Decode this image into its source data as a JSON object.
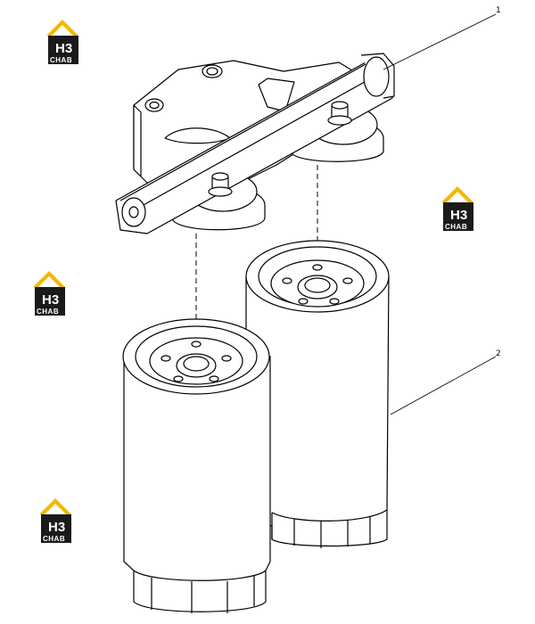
{
  "diagram": {
    "callouts": [
      {
        "id": "1",
        "label": "1"
      },
      {
        "id": "2",
        "label": "2"
      }
    ]
  },
  "watermark": {
    "top_text": "H3",
    "bottom_text": "CHAB",
    "colors": {
      "roof": "#f2b800",
      "block": "#1a1a1a",
      "text": "#ffffff"
    }
  },
  "colors": {
    "line": "#000000",
    "background": "#ffffff"
  }
}
